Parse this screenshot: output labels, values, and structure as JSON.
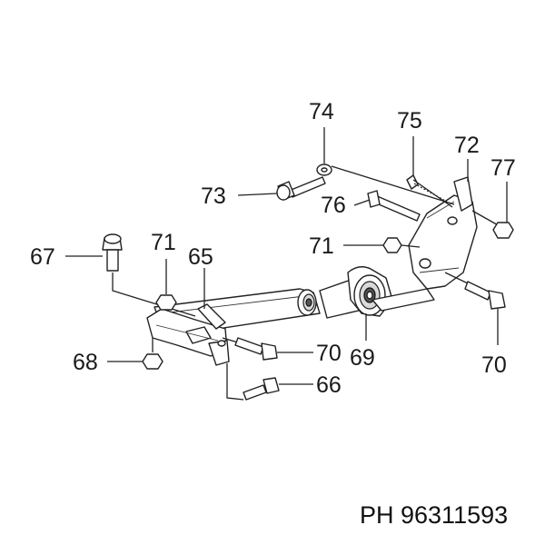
{
  "part_number": "PH 96311593",
  "callouts": {
    "c74": "74",
    "c75": "75",
    "c72": "72",
    "c77": "77",
    "c73": "73",
    "c76": "76",
    "c67": "67",
    "c71a": "71",
    "c65": "65",
    "c71b": "71",
    "c68": "68",
    "c70a": "70",
    "c69": "69",
    "c70b": "70",
    "c66": "66"
  }
}
